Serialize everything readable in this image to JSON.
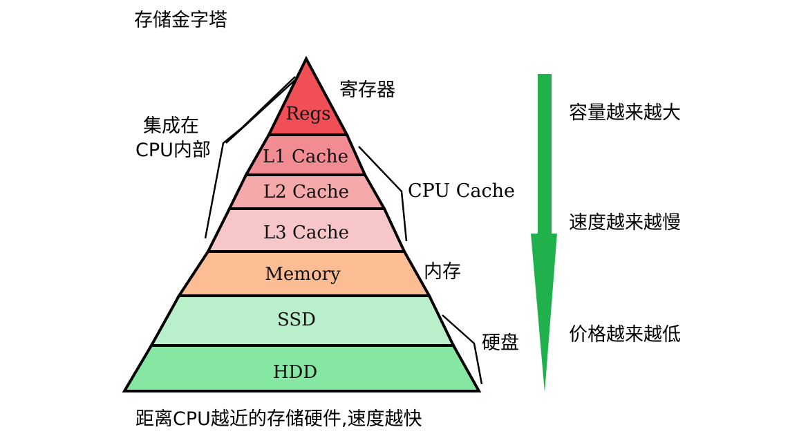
{
  "title": "存储金字塔",
  "footer": "距离CPU越近的存储硬件,速度越快",
  "layers": [
    {
      "label": "Regs",
      "color": "#ef4f55"
    },
    {
      "label": "L1 Cache",
      "color": "#f18c92"
    },
    {
      "label": "L2 Cache",
      "color": "#f5a9ab"
    },
    {
      "label": "L3 Cache",
      "color": "#f7c6c9"
    },
    {
      "label": "Memory",
      "color": "#fdbd94"
    },
    {
      "label": "SSD",
      "color": "#b9efca"
    },
    {
      "label": "HDD",
      "color": "#86e7a3"
    }
  ],
  "annotations": {
    "register": "寄存器",
    "integrated_line1": "集成在",
    "integrated_line2": "CPU内部",
    "cpu_cache": "CPU Cache",
    "memory": "内存",
    "disk": "硬盘"
  },
  "arrow": {
    "color": "#21b14c",
    "captions": [
      "容量越来越大",
      "速度越来越慢",
      "价格越来越低"
    ]
  }
}
